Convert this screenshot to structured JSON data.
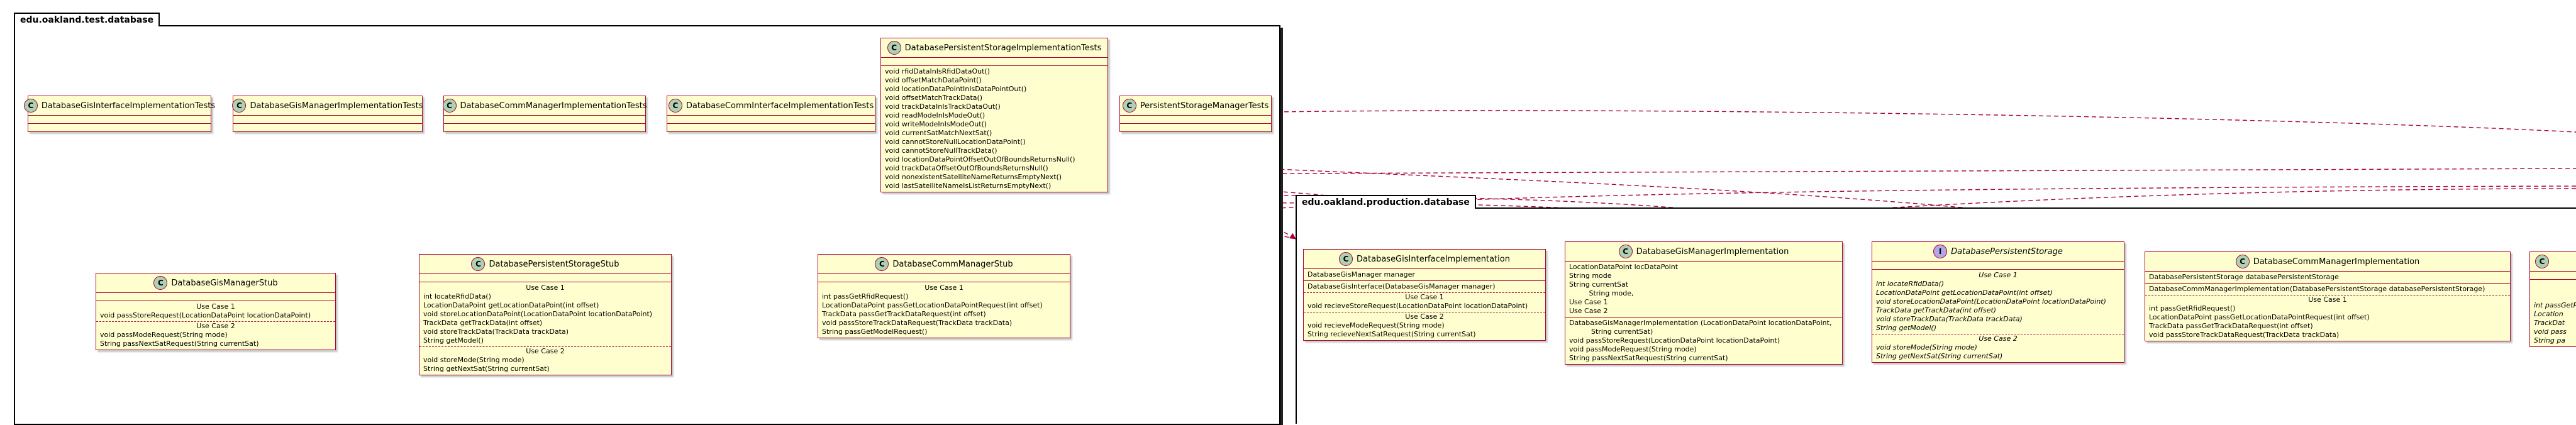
{
  "packages": {
    "test": {
      "name": "edu.oakland.test.database"
    },
    "production": {
      "name": "edu.oakland.production.database"
    }
  },
  "tests": {
    "gisInterfaceTests": "DatabaseGisInterfaceImplementationTests",
    "gisManagerTests": "DatabaseGisManagerImplementationTests",
    "commManagerTests": "DatabaseCommManagerImplementationTests",
    "commInterfaceTests": "DatabaseCommInterfaceImplementationTests",
    "persistentStorageTests": {
      "name": "DatabasePersistentStorageImplementationTests",
      "methods": [
        "void rfidDataInIsRfidDataOut()",
        "void offsetMatchDataPoint()",
        "void locationDataPointInIsDataPointOut()",
        "void offsetMatchTrackData()",
        "void trackDataInIsTrackDataOut()",
        "void readModeInIsModeOut()",
        "void writeModeInIsModeOut()",
        "void currentSatMatchNextSat()",
        "void cannotStoreNullLocationDataPoint()",
        "void cannotStoreNullTrackData()",
        "void locationDataPointOffsetOutOfBoundsReturnsNull()",
        "void trackDataOffsetOutOfBoundsReturnsNull()",
        "void nonexistentSatelliteNameReturnsEmptyNext()",
        "void lastSatelliteNameIsListReturnsEmptyNext()"
      ]
    },
    "storageManagerTests": "PersistentStorageManagerTests"
  },
  "stubs": {
    "gisManagerStub": {
      "name": "DatabaseGisManagerStub",
      "use_case_1": "Use Case 1",
      "uc1": [
        "void passStoreRequest(LocationDataPoint locationDataPoint)"
      ],
      "use_case_2": "Use Case 2",
      "uc2": [
        "void passModeRequest(String mode)",
        "String passNextSatRequest(String currentSat)"
      ]
    },
    "storageStub": {
      "name": "DatabasePersistentStorageStub",
      "use_case_1": "Use Case 1",
      "uc1": [
        "int locateRfidData()",
        "LocationDataPoint getLocationDataPoint(int offset)",
        "void storeLocationDataPoint(LocationDataPoint locationDataPoint)",
        "TrackData getTrackData(int offset)",
        "void storeTrackData(TrackData trackData)",
        "String getModel()"
      ],
      "use_case_2": "Use Case 2",
      "uc2": [
        "void storeMode(String mode)",
        "String getNextSat(String currentSat)"
      ]
    },
    "commManagerStub": {
      "name": "DatabaseCommManagerStub",
      "use_case_1": "Use Case 1",
      "uc1": [
        "int passGetRfidRequest()",
        "LocationDataPoint passGetLocationDataPointRequest(int offset)",
        "TrackData passGetTrackDataRequest(int offset)",
        "void passStoreTrackDataRequest(TrackData trackData)",
        "String passGetModelRequest()"
      ]
    }
  },
  "production": {
    "gisInterfaceImpl": {
      "name": "DatabaseGisInterfaceImplementation",
      "fields": [
        "DatabaseGisManager manager"
      ],
      "ctor": [
        "DatabaseGisInterface(DatabaseGisManager manager)"
      ],
      "use_case_1": "Use Case 1",
      "uc1": [
        "void recieveStoreRequest(LocationDataPoint locationDataPoint)"
      ],
      "use_case_2": "Use Case 2",
      "uc2": [
        "void recieveModeRequest(String mode)",
        "String recieveNextSatRequest(String currentSat)"
      ]
    },
    "gisManagerImpl": {
      "name": "DatabaseGisManagerImplementation",
      "fields": [
        "LocationDataPoint locDataPoint",
        "String mode",
        "String currentSat",
        "",
        "         String mode,",
        "",
        "Use Case 1",
        "Use Case 2"
      ],
      "methods": [
        "DatabaseGisManagerImplementation (LocationDataPoint locationDataPoint,",
        "          String currentSat)",
        "void passStoreRequest(LocationDataPoint locationDataPoint)",
        "void passModeRequest(String mode)",
        "String passNextSatRequest(String currentSat)"
      ]
    },
    "storageInterface": {
      "name": "DatabasePersistentStorage",
      "use_case_1": "Use Case 1",
      "uc1": [
        "int locateRfidData()",
        "LocationDataPoint getLocationDataPoint(int offset)",
        "void storeLocationDataPoint(LocationDataPoint locationDataPoint)",
        "TrackData getTrackData(int offset)",
        "void storeTrackData(TrackData trackData)",
        "String getModel()"
      ],
      "use_case_2": "Use Case 2",
      "uc2": [
        "void storeMode(String mode)",
        "String getNextSat(String currentSat)"
      ]
    },
    "commManagerImpl": {
      "name": "DatabaseCommManagerImplementation",
      "fields": [
        "DatabasePersistentStorage databasePersistentStorage"
      ],
      "ctor": [
        "DatabaseCommManagerImplementation(DatabasePersistentStorage databasePersistentStorage)"
      ],
      "use_case_1": "Use Case 1",
      "uc1": [
        "int passGetRfidRequest()",
        "LocationDataPoint passGetLocationDataPointRequest(int offset)",
        "TrackData passGetTrackDataRequest(int offset)",
        "void passStoreTrackDataRequest(TrackData trackData)"
      ]
    },
    "partialClass": {
      "methods": [
        "int passGetRf",
        "Location",
        "TrackDat",
        "void pass",
        "String pa"
      ]
    }
  }
}
